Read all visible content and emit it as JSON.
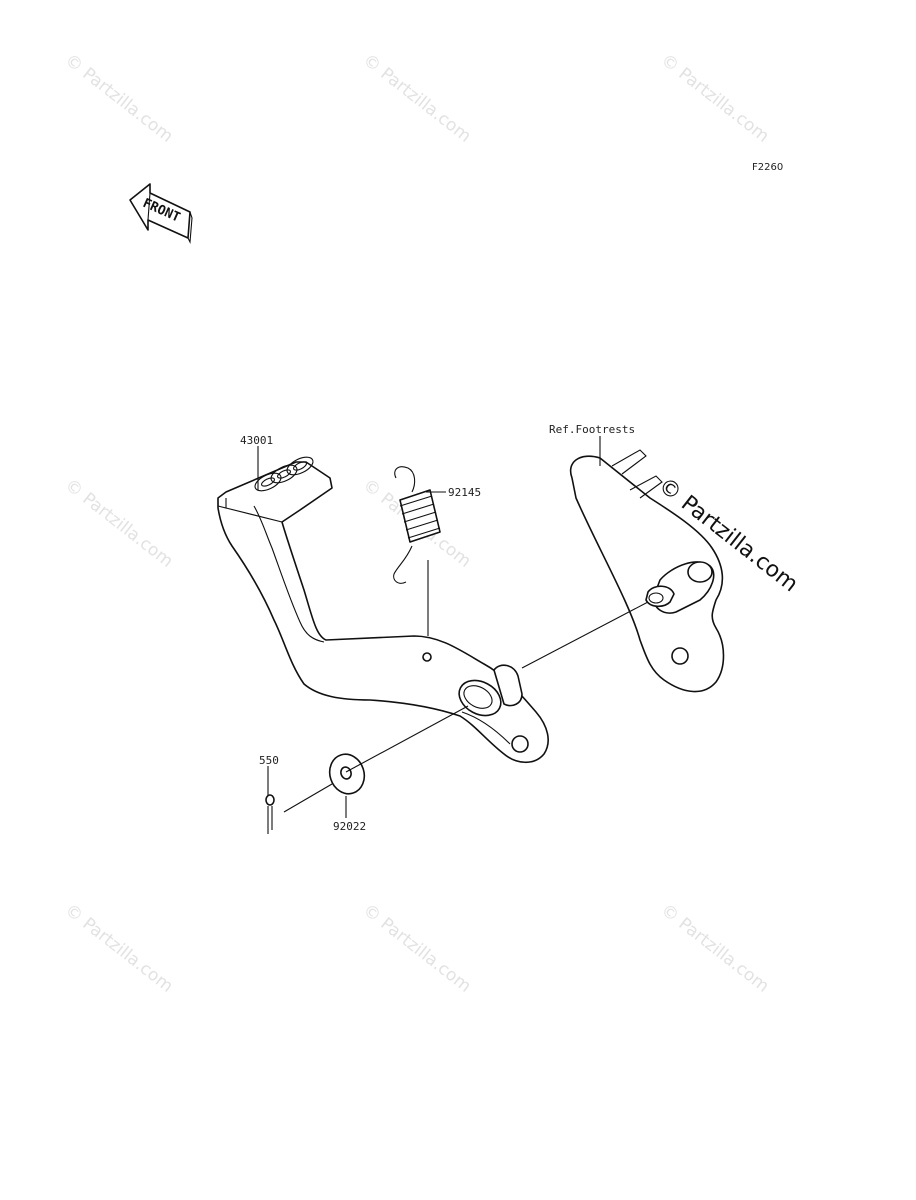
{
  "diagram_code": "F2260",
  "front_arrow_label": "FRONT",
  "watermark": {
    "text": "© Partzilla.com",
    "copyright_symbol": "©",
    "brand": "Partzilla.com"
  },
  "callouts": {
    "pedal": "43001",
    "spring": "92145",
    "reference": "Ref.Footrests",
    "cotter_pin": "550",
    "washer": "92022"
  }
}
